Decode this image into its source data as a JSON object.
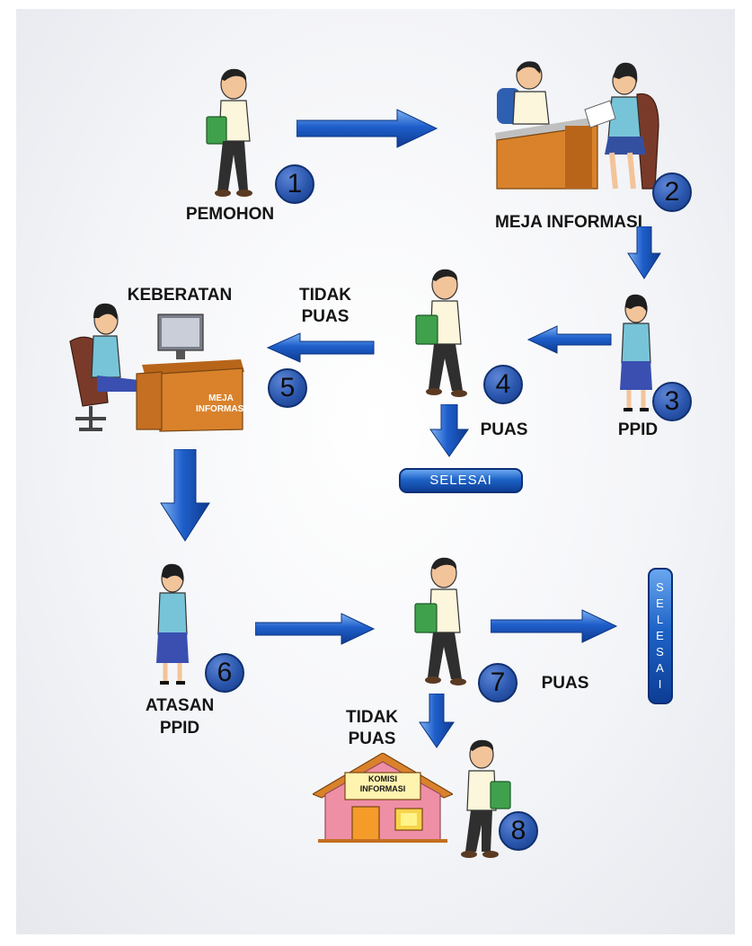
{
  "steps": [
    {
      "number": "1",
      "label": "PEMOHON"
    },
    {
      "number": "2",
      "label": "MEJA INFORMASI"
    },
    {
      "number": "3",
      "label": "PPID"
    },
    {
      "number": "4",
      "label": "PUAS"
    },
    {
      "number": "5",
      "label": "KEBERATAN"
    },
    {
      "number": "6",
      "label_line1": "ATASAN",
      "label_line2": "PPID"
    },
    {
      "number": "7",
      "label": "PUAS"
    },
    {
      "number": "8"
    }
  ],
  "labels": {
    "tidak_puas_top_1": "TIDAK",
    "tidak_puas_top_2": "PUAS",
    "tidak_puas_bottom_1": "TIDAK",
    "tidak_puas_bottom_2": "PUAS"
  },
  "signs": {
    "desk_line1": "MEJA",
    "desk_line2": "INFORMASI",
    "komisi_line1": "KOMISI",
    "komisi_line2": "INFORMASI"
  },
  "end_buttons": {
    "selesai_horizontal": "SELESAI",
    "selesai_vertical": [
      "S",
      "E",
      "L",
      "E",
      "S",
      "A",
      "I"
    ]
  },
  "colors": {
    "arrow_blue": "#1a56c4",
    "badge_blue": "#2a56ad",
    "desk_orange": "#d9822b",
    "building_pink": "#ef8fa6"
  }
}
